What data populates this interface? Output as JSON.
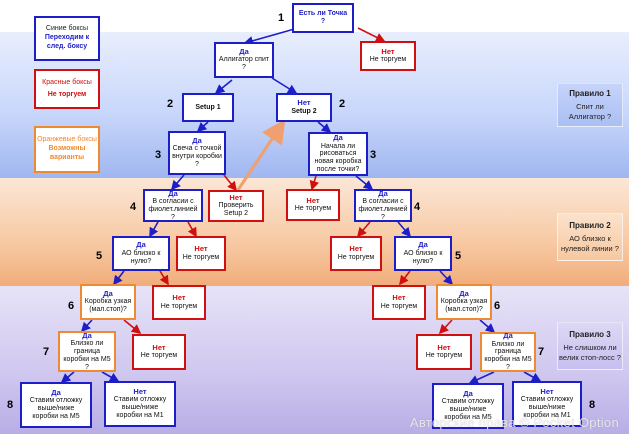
{
  "colors": {
    "blue": "#1e1ec8",
    "red": "#d01010",
    "orange": "#f08a30"
  },
  "legend": {
    "blue_title": "Синие боксы",
    "blue_text": "Переходим к след. боксу",
    "red_title": "Красные боксы",
    "red_text": "Не торгуем",
    "orange_title": "Оранжевые боксы",
    "orange_text": "Возможны варианты"
  },
  "rules": [
    {
      "title": "Правило 1",
      "text": "Спит ли Аллигатор ?"
    },
    {
      "title": "Правило 2",
      "text": "АО близко к нулевой линии ?"
    },
    {
      "title": "Правило 3",
      "text": "Не слишком ли велик стоп-лосс ?"
    }
  ],
  "steps": [
    "1",
    "2",
    "2",
    "3",
    "3",
    "4",
    "4",
    "5",
    "5",
    "6",
    "6",
    "7",
    "7",
    "8",
    "8"
  ],
  "nodes": {
    "root": {
      "head": "",
      "body": "Есть ли Точка ?"
    },
    "alligator": {
      "head": "Да",
      "body": "Аллигатор спит ?"
    },
    "no_top": {
      "head": "Нет",
      "body": "Не торгуем"
    },
    "setup1": {
      "head": "",
      "body": "Setup 1"
    },
    "setup2": {
      "head": "Нет",
      "body": "Setup 2"
    },
    "candle": {
      "head": "Да",
      "body": "Свеча с точкой внутри коробки ?"
    },
    "newbox": {
      "head": "Да",
      "body": "Начала ли рисоваться новая коробка после точки?"
    },
    "check_setup2": {
      "head": "Нет",
      "body": "Проверить Setup 2"
    },
    "no_l4": {
      "head": "Нет",
      "body": "Не торгуем"
    },
    "purple_l": {
      "head": "Да",
      "body": "В согласии с фиолет.линией ?"
    },
    "purple_r": {
      "head": "Да",
      "body": "В согласии с фиолет.линией ?"
    },
    "no_l5": {
      "head": "Нет",
      "body": "Не торгуем"
    },
    "ao_l": {
      "head": "Да",
      "body": "АО близко к нулю?"
    },
    "no_r5": {
      "head": "Нет",
      "body": "Не торгуем"
    },
    "ao_r": {
      "head": "Да",
      "body": "АО близко к нулю?"
    },
    "no_l6": {
      "head": "Нет",
      "body": "Не торгуем"
    },
    "narrow_l": {
      "head": "Да",
      "body": "Коробка узкая (мал.стоп)?"
    },
    "no_r6": {
      "head": "Нет",
      "body": "Не торгуем"
    },
    "narrow_r": {
      "head": "Да",
      "body": "Коробка узкая (мал.стоп)?"
    },
    "no_l7": {
      "head": "Нет",
      "body": "Не торгуем"
    },
    "m5_l": {
      "head": "Да",
      "body": "Близко ли граница коробки на М5 ?"
    },
    "no_r7": {
      "head": "Нет",
      "body": "Не торгуем"
    },
    "m5_r": {
      "head": "Да",
      "body": "Близко ли граница коробки на М5 ?"
    },
    "res_l_m5": {
      "head": "Да",
      "body": "Ставим отложку выше/ниже коробки на М5"
    },
    "res_l_m1": {
      "head": "Нет",
      "body": "Ставим отложку выше/ниже коробки на М1"
    },
    "res_r_m5": {
      "head": "Да",
      "body": "Ставим отложку выше/ниже коробки на М5"
    },
    "res_r_m1": {
      "head": "Нет",
      "body": "Ставим отложку выше/ниже коробки на М1"
    }
  },
  "watermark": "Авторские права © Pocket Option"
}
